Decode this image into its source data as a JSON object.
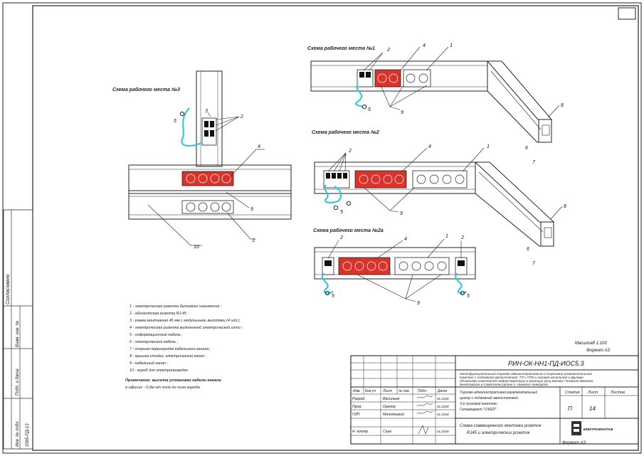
{
  "drawing": {
    "code": "РИН-ОК-НН1-ПД-ИОС5.3",
    "scale": "Масштаб 1:100",
    "format": "Формат А3",
    "format_bottom": "Формат А3",
    "sheet_title_1": "Схема совмещенного монтажа розеток",
    "sheet_title_2": "RJ45 и электрических розеток",
    "stage_value": "П",
    "sheet_value": "14",
    "logo_text": "ЭЛЕКТРОМОНТАЖ"
  },
  "diagrams": {
    "ws3_title": "Схема рабочего места №3",
    "ws1_title": "Схема рабочего места №1",
    "ws2_title": "Схема рабочего места №2",
    "ws2a_title": "Схема рабочего места №2а"
  },
  "legend": [
    "1 - электрическая розетка бытового назначения ;",
    "2 - абонентская розетка RJ-45 ;",
    "3 - рамка монтажная 45 мм с модульными выходами (4 шт.);",
    "4 - электрическая розетка выделенной электрической сети ;",
    "5 - информационный кабель ;",
    "6 - электрический кабель ;",
    "7 - опорная перегородка кабельного канала ;",
    "8 - крышка стойки, электрический канал ;",
    "9 - кабельный канал ;",
    "10 - короб для электропроводки"
  ],
  "note": {
    "line1": "Примечание: высота установки кабель-канала",
    "line2": "в офисах - 0,8м от пола до низа короба"
  },
  "description": {
    "line1": "Многофункциональный торгово-административный и спортивно-развлекательный",
    "line2": "комплекс с подземной автостоянкой, ТП с ГПМ и газовой котельной и другими",
    "line3": "объектами инженерной инфраструктуры в границах улиц Бекова, Генерала Ивлиева,",
    "line4": "Бекетовская в Советском районе г. Нижнего Новгорода"
  },
  "object": {
    "line1": "Торгово-административно-развлекательный",
    "line2": "центр с подземной автостоянкой.",
    "line3": "3-й пусковой комплекс.",
    "line4": "Гипермаркет \"О'КЕЙ\""
  },
  "header_row": {
    "izm": "Изм.",
    "kol_uch": "Кол.уч",
    "list": "Лист",
    "ndok": "№ док.",
    "podp": "Подп.",
    "data": "Дата"
  },
  "signers": [
    {
      "role": "Разраб.",
      "name": "Васильев",
      "date": "01.2018"
    },
    {
      "role": "Пров.",
      "name": "Орехов",
      "date": "01.2018"
    },
    {
      "role": "ГИП",
      "name": "Молодецкий",
      "date": "01.2018"
    },
    {
      "role": "Н. контр.",
      "name": "Сааг",
      "date": "01.2018"
    }
  ],
  "stamp_headers": {
    "stage": "Стадия",
    "sheet": "Лист",
    "sheets": "Листов"
  },
  "side_strip": {
    "agreed": "Согласовано",
    "inv_podl": "Инв. № подл.",
    "podp_data": "Подп. и дата",
    "vzam_inv": "Взам. инв. №",
    "code": "3365-ПД-13"
  },
  "callouts": [
    "1",
    "2",
    "3",
    "4",
    "5",
    "6",
    "7",
    "8",
    "9",
    "10"
  ]
}
